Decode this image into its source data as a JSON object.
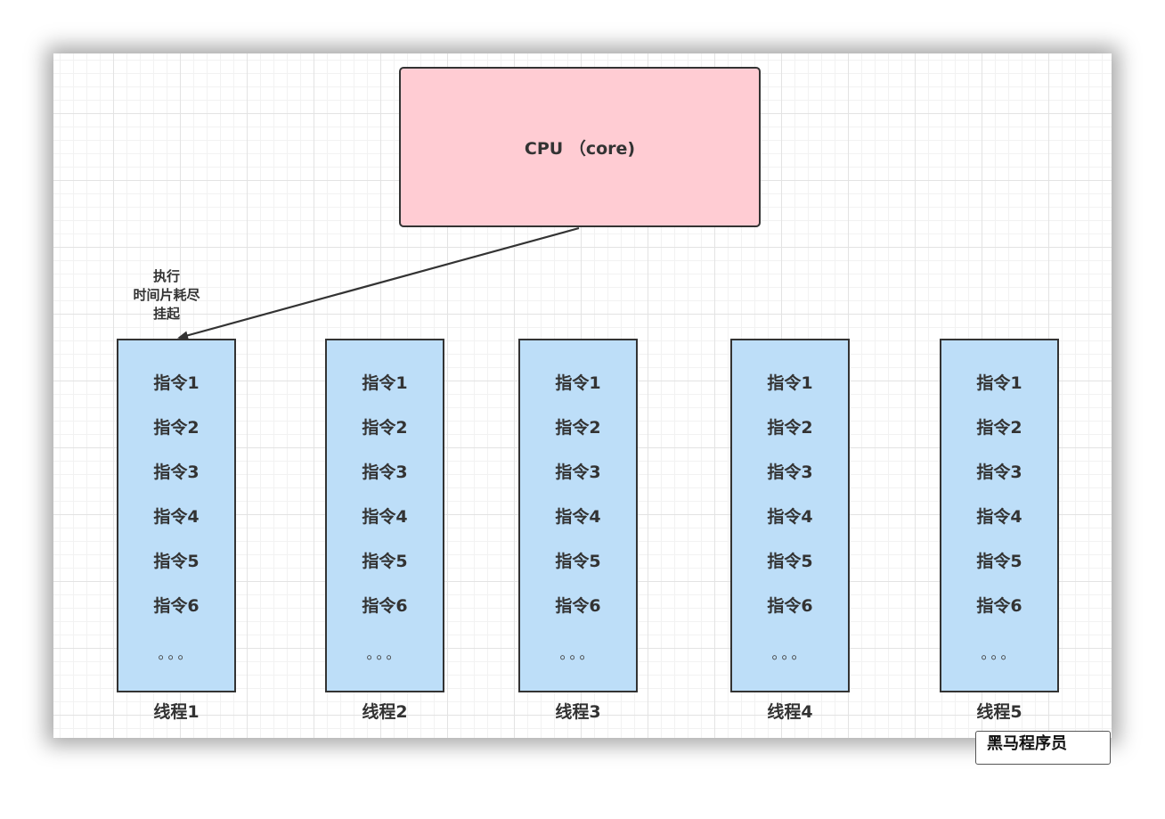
{
  "cpu": {
    "label": "CPU （core)"
  },
  "arrow": {
    "label_lines": [
      "执行",
      "时间片耗尽",
      "挂起"
    ],
    "target_thread": 0
  },
  "threads": [
    {
      "name": "线程1",
      "instructions": [
        "指令1",
        "指令2",
        "指令3",
        "指令4",
        "指令5",
        "指令6"
      ],
      "ellipsis": "。。。"
    },
    {
      "name": "线程2",
      "instructions": [
        "指令1",
        "指令2",
        "指令3",
        "指令4",
        "指令5",
        "指令6"
      ],
      "ellipsis": "。。。"
    },
    {
      "name": "线程3",
      "instructions": [
        "指令1",
        "指令2",
        "指令3",
        "指令4",
        "指令5",
        "指令6"
      ],
      "ellipsis": "。。。"
    },
    {
      "name": "线程4",
      "instructions": [
        "指令1",
        "指令2",
        "指令3",
        "指令4",
        "指令5",
        "指令6"
      ],
      "ellipsis": "。。。"
    },
    {
      "name": "线程5",
      "instructions": [
        "指令1",
        "指令2",
        "指令3",
        "指令4",
        "指令5",
        "指令6"
      ],
      "ellipsis": "。。。"
    }
  ],
  "watermark": "黑马程序员",
  "colors": {
    "cpu_fill": "#ffccd3",
    "thread_fill": "#bddef8",
    "stroke": "#333333"
  }
}
